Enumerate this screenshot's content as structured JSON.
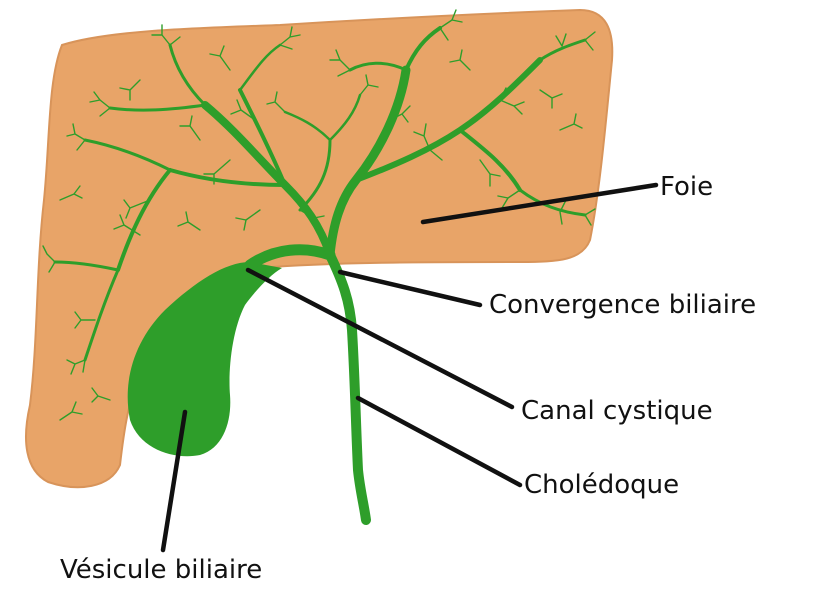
{
  "colors": {
    "liver_fill": "#E8A468",
    "liver_edge": "#D8945A",
    "bile_green": "#2E9E2A",
    "line_black": "#111111"
  },
  "labels": {
    "foie": "Foie",
    "convergence": "Convergence biliaire",
    "cystique": "Canal cystique",
    "choledoque": "Cholédoque",
    "vesicule": "Vésicule biliaire"
  }
}
